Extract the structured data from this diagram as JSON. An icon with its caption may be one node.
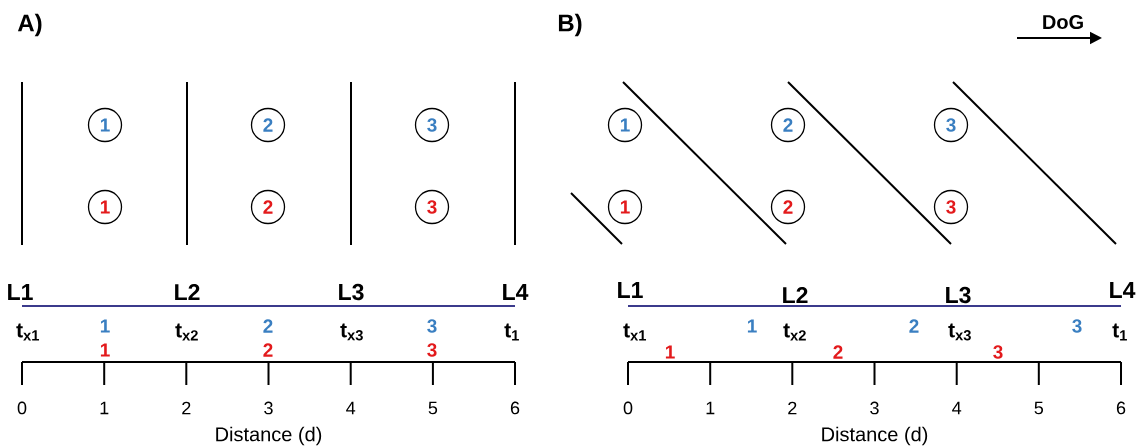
{
  "diagram": {
    "nodes": [
      {
        "text": [
          "1"
        ]
      },
      {
        "text": [
          "2"
        ]
      },
      {
        "text": [
          "3"
        ]
      },
      {
        "text": [
          "1"
        ]
      },
      {
        "text": [
          "2"
        ]
      },
      {
        "text": [
          "3"
        ]
      },
      {
        "text": [
          "1"
        ]
      },
      {
        "text": [
          "2"
        ]
      },
      {
        "text": [
          "3"
        ]
      },
      {
        "text": [
          "1"
        ]
      },
      {
        "text": [
          "2"
        ]
      },
      {
        "text": [
          "3"
        ]
      }
    ],
    "labels": [
      "A)",
      "B)",
      "DoG",
      "L1",
      "L2",
      "L3",
      "L4",
      "t$_{x1}$",
      "1",
      "t$_{x2}$",
      "2",
      "t$_{x3}$",
      "3",
      "t$_{1}$",
      "1",
      "2",
      "3",
      "0",
      "1",
      "2",
      "3",
      "4",
      "5",
      "6",
      "Distance (d)",
      "L1",
      "L2",
      "L3",
      "L4",
      "t$_{x1}$",
      "1",
      "t$_{x2}$",
      "2",
      "t$_{x3}$",
      "3",
      "t$_{1}$",
      "1",
      "2",
      "3",
      "0",
      "1",
      "2",
      "3",
      "4",
      "5",
      "6",
      "Distance (d)"
    ]
  }
}
